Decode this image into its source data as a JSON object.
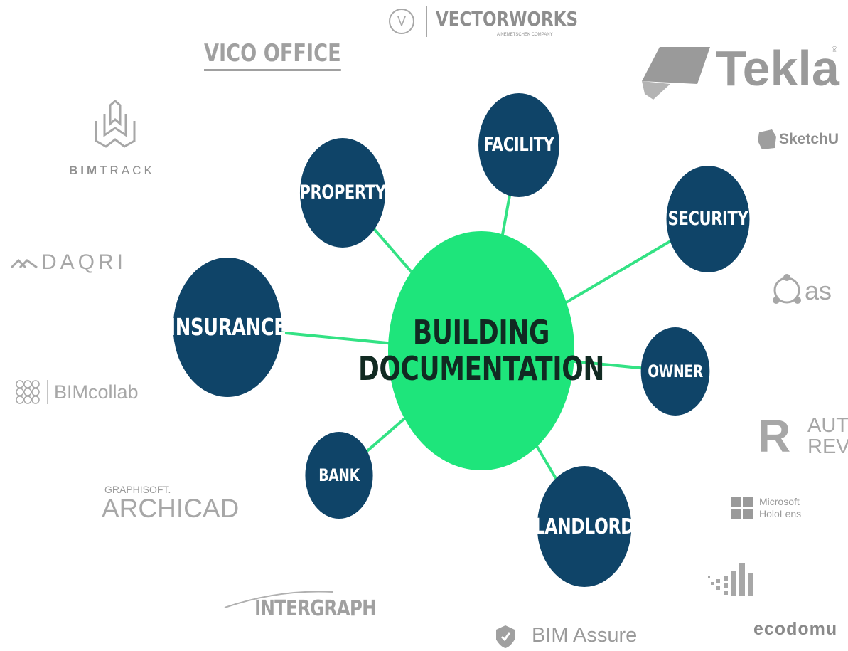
{
  "diagram": {
    "center": {
      "label_line1": "BUILDING",
      "label_line2": "DOCUMENTATION"
    },
    "nodes": {
      "facility": "FACILITY",
      "property": "PROPERTY",
      "security": "SECURITY",
      "insurance": "INSURANCE",
      "owner": "OWNER",
      "bank": "BANK",
      "landlord": "LANDLORD"
    }
  },
  "logos": {
    "vectorworks": {
      "mark": "V",
      "name": "VECTORWORKS",
      "tagline": "A NEMETSCHEK COMPANY"
    },
    "vicooffice": "VICO OFFICE",
    "tekla": "Tekla",
    "bimtrack": {
      "bold": "BIM",
      "light": "TRACK"
    },
    "sketchup": "SketchU",
    "daqri": "DAQRI",
    "asite": "as",
    "bimcollab": "BIMcollab",
    "revit": {
      "mark": "R",
      "line1": "AUT",
      "line2": "REV"
    },
    "archicad": {
      "brand": "GRAPHISOFT.",
      "name": "ARCHICAD"
    },
    "hololens": {
      "line1": "Microsoft",
      "line2": "HoloLens"
    },
    "intergraph": "INTERGRAPH",
    "bimassure": "BIM Assure",
    "ecodomus": "ecodomu"
  },
  "colors": {
    "navy": "#0f4468",
    "green": "#1ee57b",
    "connector": "#33e284",
    "logo_gray": "#a7a7a7"
  }
}
